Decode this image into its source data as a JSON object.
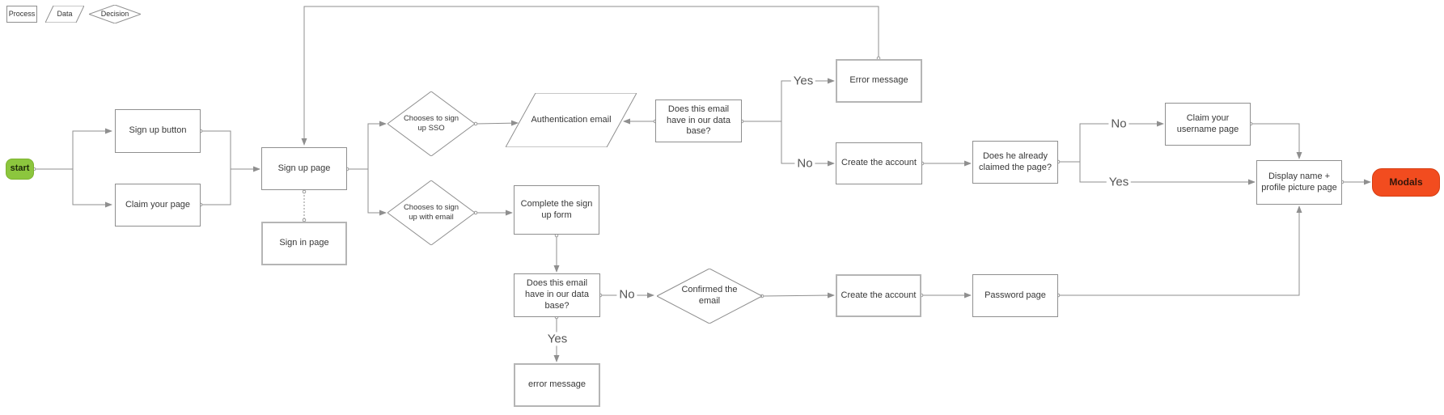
{
  "colors": {
    "edge": "#8f8f8f",
    "node_border": "#8f8f8f",
    "start_fill": "#8cc63e",
    "start_border": "#7db32f",
    "modals_fill": "#f24c1f",
    "modals_border": "#d63f13"
  },
  "legend": {
    "process": "Process",
    "data": "Data",
    "decision": "Decision"
  },
  "nodes": {
    "start": "start",
    "sign_up_button": "Sign up button",
    "claim_your_page": "Claim your page",
    "sign_up_page": "Sign up page",
    "sign_in_page": "Sign in page",
    "chooses_sso": "Chooses to sign up SSO",
    "chooses_email": "Chooses to sign up with email",
    "auth_email": "Authentication email",
    "email_in_db_top": "Does this email have in our data base?",
    "error_message_top": "Error message",
    "create_account_top": "Create the account",
    "already_claimed": "Does he already claimed the page?",
    "claim_username": "Claim your username page",
    "display_name": "Display name + profile picture page",
    "modals": "Modals",
    "complete_form": "Complete the sign up form",
    "email_in_db_bottom": "Does this email have in our data base?",
    "confirmed_email": "Confirmed the email",
    "create_account_bottom": "Create the account",
    "password_page": "Password page",
    "error_message_bottom": "error message"
  },
  "edge_labels": {
    "yes_top": "Yes",
    "no_top": "No",
    "no_claim": "No",
    "yes_claim": "Yes",
    "no_confirm": "No",
    "yes_error": "Yes"
  }
}
